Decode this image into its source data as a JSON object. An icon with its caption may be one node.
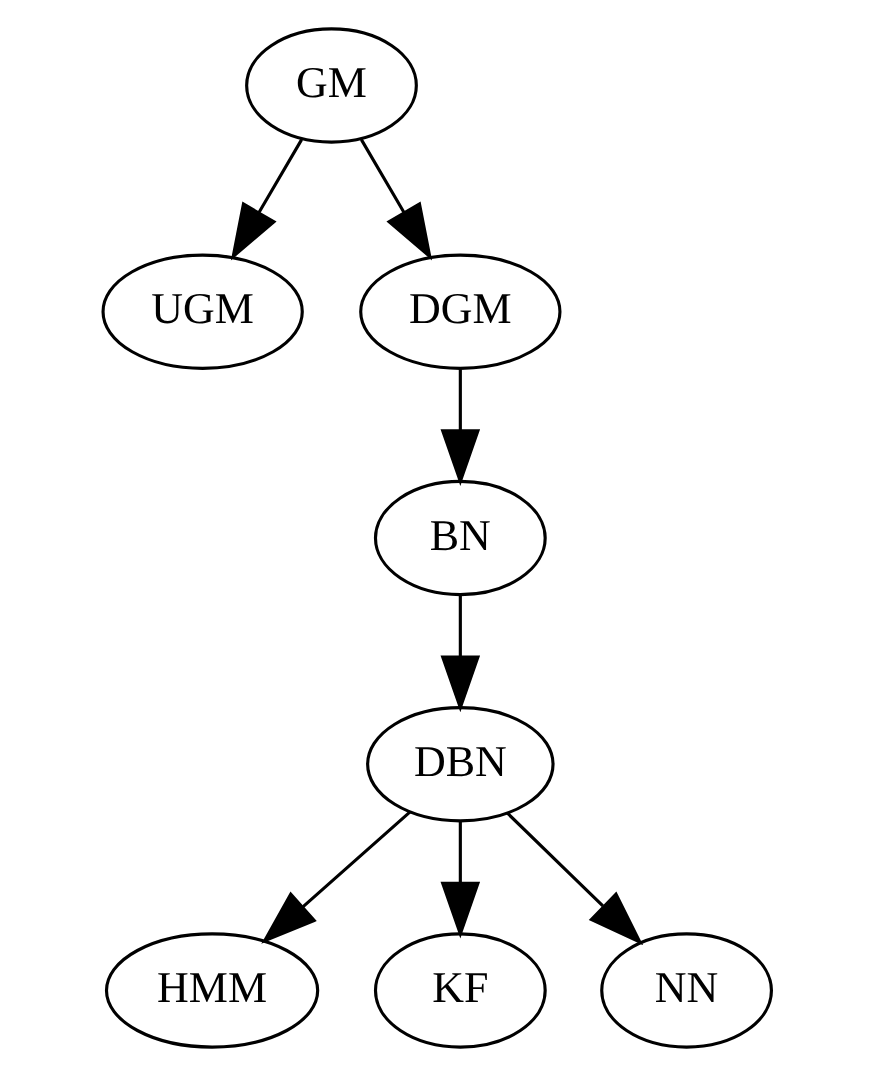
{
  "diagram": {
    "nodes": [
      {
        "text": [
          "GM"
        ]
      },
      {
        "text": [
          "UGM"
        ]
      },
      {
        "text": [
          "DGM"
        ]
      },
      {
        "text": [
          "BN"
        ]
      },
      {
        "text": [
          "DBN"
        ]
      },
      {
        "text": [
          "HMM"
        ]
      },
      {
        "text": [
          "KF"
        ]
      },
      {
        "text": [
          "NN"
        ]
      }
    ],
    "edges": [
      {
        "from": 0,
        "to": 1,
        "arrow": "to"
      },
      {
        "from": 0,
        "to": 2,
        "arrow": "to"
      },
      {
        "from": 2,
        "to": 3,
        "arrow": "to"
      },
      {
        "from": 3,
        "to": 4,
        "arrow": "to"
      },
      {
        "from": 4,
        "to": 5,
        "arrow": "to"
      },
      {
        "from": 4,
        "to": 6,
        "arrow": "to"
      },
      {
        "from": 4,
        "to": 7,
        "arrow": "to"
      }
    ]
  }
}
